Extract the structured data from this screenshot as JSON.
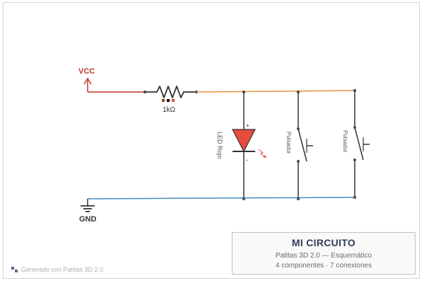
{
  "power": {
    "vcc_label": "VCC",
    "gnd_label": "GND"
  },
  "resistor": {
    "value_label": "1kΩ"
  },
  "led": {
    "label": "LED Rojo",
    "plus": "+",
    "minus": "-"
  },
  "pushbuttons": [
    {
      "label": "Pulsador"
    },
    {
      "label": "Pulsador"
    }
  ],
  "title_block": {
    "title": "MI CIRCUITO",
    "subtitle": "Patitas 3D 2.0 — Esquemático",
    "counts": "4 componentes · 7 conexiones"
  },
  "footer": {
    "text": "Generado con Patitas 3D 2.0"
  },
  "colors": {
    "vcc_wire": "#e8913b",
    "gnd_wire": "#3f8ec9",
    "vcc_label": "#c0392b",
    "led_fill": "#e74c3c",
    "component_stroke": "#333333",
    "title": "#2f3e57"
  }
}
